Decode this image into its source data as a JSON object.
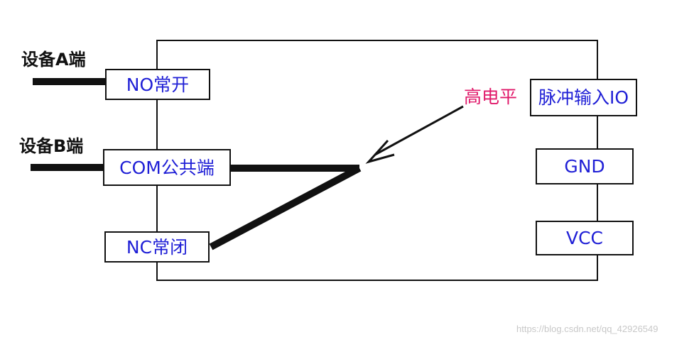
{
  "labels": {
    "device_a": "设备A端",
    "device_b": "设备B端",
    "high_level": "高电平"
  },
  "terminals": {
    "no": "NO常开",
    "com": "COM公共端",
    "nc": "NC常闭"
  },
  "pins": {
    "pulse_io": "脉冲输入IO",
    "gnd": "GND",
    "vcc": "VCC"
  },
  "watermark": "https://blog.csdn.net/qq_42926549",
  "colors": {
    "terminal_text": "#1f1fd6",
    "high_level_text": "#e0196a",
    "line": "#111111",
    "watermark": "#c8c8c8"
  }
}
